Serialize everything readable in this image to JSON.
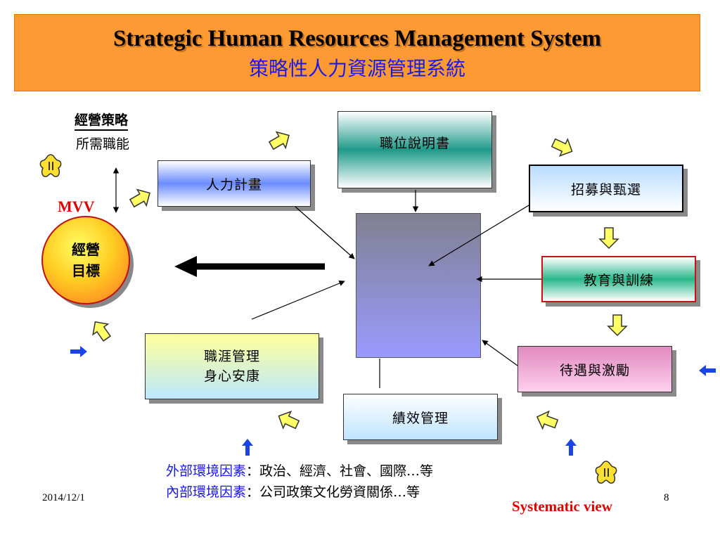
{
  "title": {
    "english": "Strategic Human Resources Management  System",
    "chinese": "策略性人力資源管理系統"
  },
  "strategy_note": {
    "line1": "經營策略",
    "line2": "所需職能"
  },
  "mvv_label": "MVV",
  "goal_circle": {
    "line1": "經營",
    "line2": "目標"
  },
  "boxes": {
    "hr_plan": "人力計畫",
    "job_desc": "職位說明書",
    "recruit": "招募與甄選",
    "training": "教育與訓練",
    "career_line1": "職涯管理",
    "career_line2": "身心安康",
    "compensation": "待遇與激勵",
    "performance": "績效管理"
  },
  "factors": {
    "external_label": "外部環境因素",
    "external_text": "：政治、經濟、社會、國際…等",
    "internal_label": "內部環境因素",
    "internal_text": "：公司政策文化勞資關係…等"
  },
  "footer": {
    "date": "2014/12/1",
    "page": "8",
    "systematic": "Systematic view"
  },
  "colors": {
    "title_bg": "#fe9a33",
    "accent_blue": "#1a1ae6",
    "red": "#e00000",
    "center_top": "#808090",
    "center_bottom": "#9a9aff",
    "arrow_yellow": "#ffff66"
  }
}
